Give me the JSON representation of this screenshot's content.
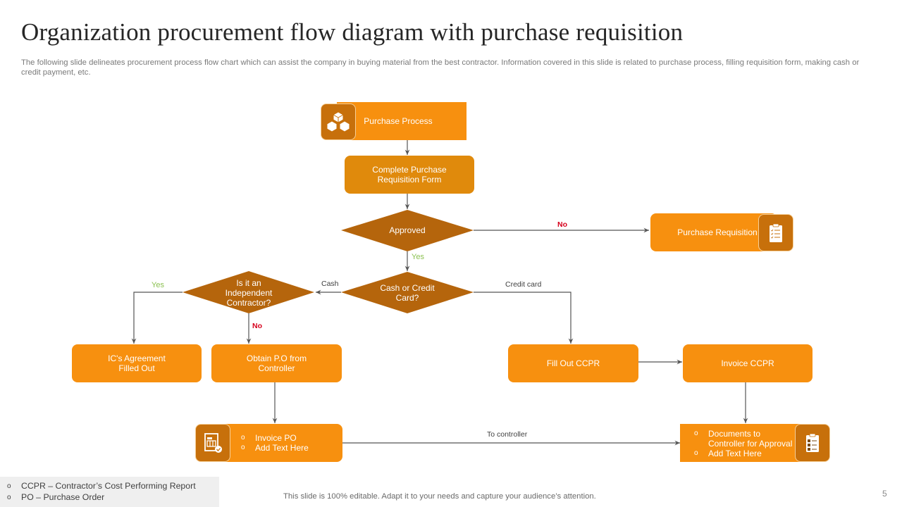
{
  "title": "Organization procurement flow diagram with purchase requisition",
  "subtitle": "The following slide delineates procurement process flow chart which can assist the company in buying material from the best contractor. Information covered in this slide is related to purchase process, filling requisition form, making cash or credit payment, etc.",
  "colors": {
    "box": "#f7900f",
    "box_dark": "#e08a0c",
    "diamond": "#b5650c",
    "icon_bg": "#c7700b",
    "yes": "#8cc152",
    "no": "#d6001c",
    "line": "#555555"
  },
  "nodes": {
    "purchase_process": {
      "label": "Purchase Process",
      "icon": "boxes-network-icon"
    },
    "complete_form": {
      "label": "Complete Purchase Requisition Form"
    },
    "approved": {
      "label": "Approved"
    },
    "purchase_requisition": {
      "label": "Purchase Requisition",
      "icon": "clipboard-checklist-icon"
    },
    "cash_or_credit": {
      "label": "Cash or Credit Card?"
    },
    "independent_contractor": {
      "label": "Is it an Independent Contractor?"
    },
    "ic_agreement": {
      "label": "IC's Agreement Filled Out"
    },
    "obtain_po": {
      "label": "Obtain P.O from Controller"
    },
    "fill_ccpr": {
      "label": "Fill Out CCPR"
    },
    "invoice_ccpr": {
      "label": "Invoice CCPR"
    },
    "invoice_po": {
      "items": [
        "Invoice PO",
        "Add Text Here"
      ],
      "icon": "invoice-check-icon"
    },
    "documents": {
      "items": [
        "Documents to Controller for Approval",
        "Add Text Here"
      ],
      "icon": "clipboard-list-icon"
    }
  },
  "edges": {
    "approved_no": "No",
    "approved_yes": "Yes",
    "cash": "Cash",
    "credit_card": "Credit card",
    "contractor_yes": "Yes",
    "contractor_no": "No",
    "to_controller": "To controller"
  },
  "legend": [
    "CCPR – Contractor’s Cost Performing Report",
    "PO – Purchase Order"
  ],
  "bullet_glyph": "o",
  "footer": "This slide is 100% editable. Adapt it to your needs and capture your audience’s attention.",
  "page_number": "5"
}
